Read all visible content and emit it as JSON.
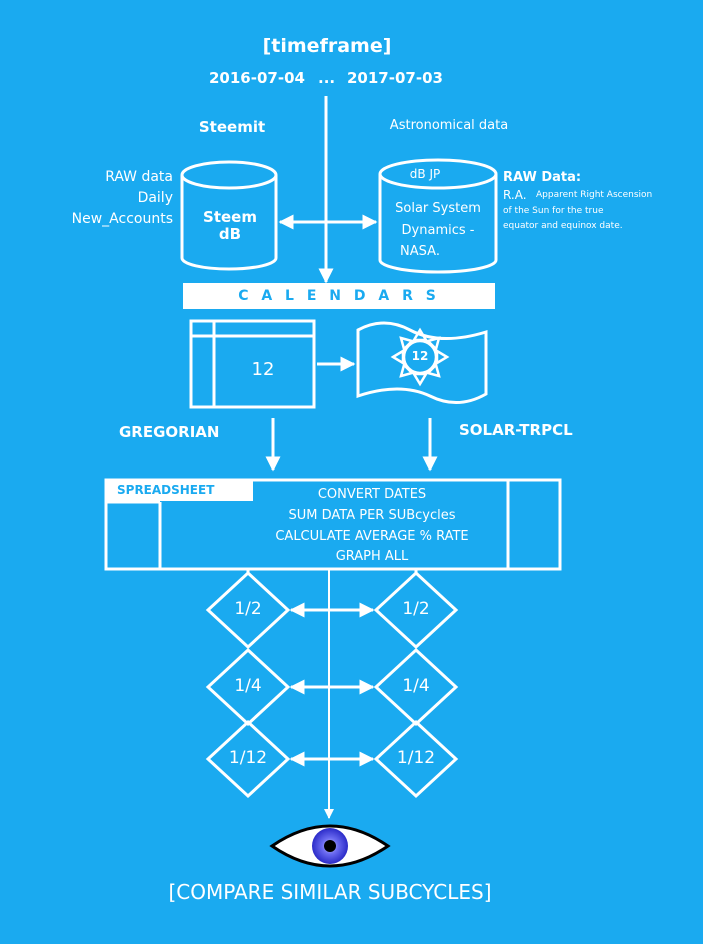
{
  "header": {
    "timeframe_label": "[timeframe]",
    "start_date": "2016-07-04",
    "separator": "...",
    "end_date": "2017-07-03"
  },
  "steemit": {
    "title": "Steemit",
    "raw_lines": [
      "RAW data",
      "Daily",
      "New_Accounts"
    ],
    "db_label_1": "Steem",
    "db_label_2": "dB"
  },
  "astro": {
    "title": "Astronomical data",
    "db_tag": "dB JP",
    "db_lines": [
      "Solar System",
      "Dynamics -",
      "NASA."
    ],
    "raw_title": "RAW Data:",
    "raw_abbr": "R.A.",
    "raw_line1": "Apparent Right Ascension",
    "raw_line2": "of the Sun for the true",
    "raw_line3": "equator and equinox date."
  },
  "calendars_bar": "C A L E N D A R S",
  "gregorian": {
    "value": "12",
    "label": "GREGORIAN"
  },
  "solar": {
    "value": "12",
    "label": "SOLAR-TRPCL"
  },
  "spreadsheet": {
    "tag": "SPREADSHEET",
    "steps": [
      "CONVERT DATES",
      "SUM DATA PER SUBcycles",
      "CALCULATE AVERAGE % RATE",
      "GRAPH ALL"
    ]
  },
  "subcycles": [
    {
      "left": "1/2",
      "right": "1/2"
    },
    {
      "left": "1/4",
      "right": "1/4"
    },
    {
      "left": "1/12",
      "right": "1/12"
    }
  ],
  "footer": "[COMPARE  SIMILAR SUBCYCLES]",
  "colors": {
    "background": "#1aaaf0",
    "foreground": "#ffffff",
    "eye_iris": "#3a3ad8"
  }
}
